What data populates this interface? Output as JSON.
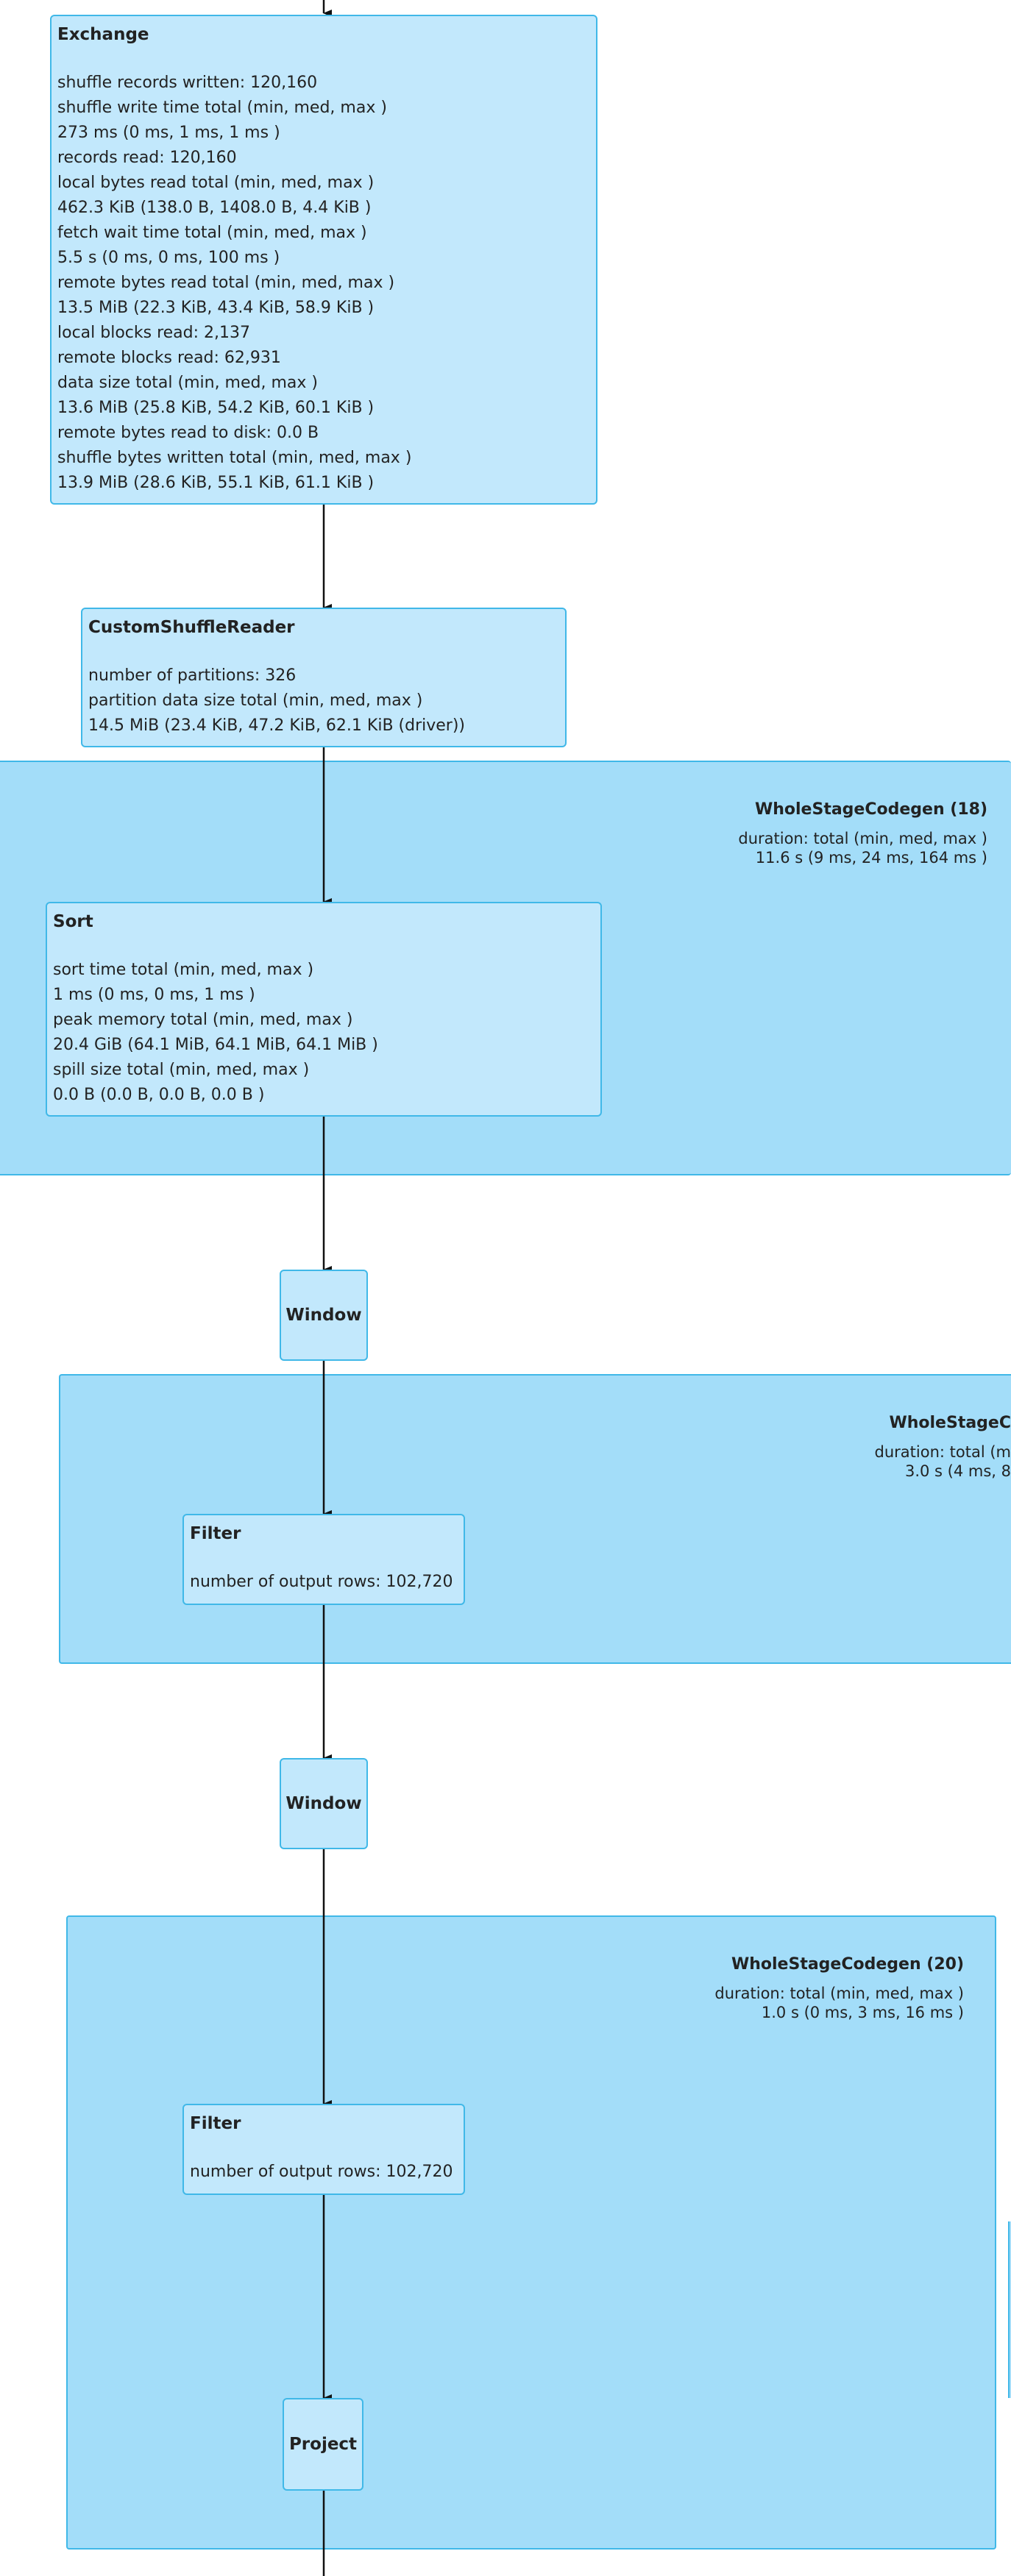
{
  "nodes": {
    "exchange": {
      "title": "Exchange",
      "lines": [
        "shuffle records written: 120,160",
        "shuffle write time total (min, med, max )",
        "273 ms (0 ms, 1 ms, 1 ms )",
        "records read: 120,160",
        "local bytes read total (min, med, max )",
        "462.3 KiB (138.0 B, 1408.0 B, 4.4 KiB )",
        "fetch wait time total (min, med, max )",
        "5.5 s (0 ms, 0 ms, 100 ms )",
        "remote bytes read total (min, med, max )",
        "13.5 MiB (22.3 KiB, 43.4 KiB, 58.9 KiB )",
        "local blocks read: 2,137",
        "remote blocks read: 62,931",
        "data size total (min, med, max )",
        "13.6 MiB (25.8 KiB, 54.2 KiB, 60.1 KiB )",
        "remote bytes read to disk: 0.0 B",
        "shuffle bytes written total (min, med, max )",
        "13.9 MiB (28.6 KiB, 55.1 KiB, 61.1 KiB )"
      ]
    },
    "custom_shuffle_reader": {
      "title": "CustomShuffleReader",
      "lines": [
        "number of partitions: 326",
        "partition data size total (min, med, max )",
        "14.5 MiB (23.4 KiB, 47.2 KiB, 62.1 KiB (driver))"
      ]
    },
    "sort": {
      "title": "Sort",
      "lines": [
        "sort time total (min, med, max )",
        "1 ms (0 ms, 0 ms, 1 ms )",
        "peak memory total (min, med, max )",
        "20.4 GiB (64.1 MiB, 64.1 MiB, 64.1 MiB )",
        "spill size total (min, med, max )",
        "0.0 B (0.0 B, 0.0 B, 0.0 B )"
      ]
    },
    "window_1": {
      "title": "Window"
    },
    "filter_1": {
      "title": "Filter",
      "lines": [
        "number of output rows: 102,720"
      ]
    },
    "window_2": {
      "title": "Window"
    },
    "filter_2": {
      "title": "Filter",
      "lines": [
        "number of output rows: 102,720"
      ]
    },
    "project": {
      "title": "Project"
    }
  },
  "clusters": {
    "wsc_18": {
      "title": "WholeStageCodegen (18)",
      "meta_1": "duration: total (min, med, max )",
      "meta_2": "11.6 s (9 ms, 24 ms, 164 ms )"
    },
    "wsc_19": {
      "title": "WholeStageC",
      "meta_1": "duration: total (m",
      "meta_2": "3.0 s (4 ms, 8"
    },
    "wsc_20": {
      "title": "WholeStageCodegen (20)",
      "meta_1": "duration: total (min, med, max )",
      "meta_2": "1.0 s (0 ms, 3 ms, 16 ms )"
    }
  },
  "colors": {
    "cluster_fill": "#a3ddf9",
    "node_fill": "#c2e8fc",
    "border": "#40b8e8",
    "edge": "#111111"
  }
}
